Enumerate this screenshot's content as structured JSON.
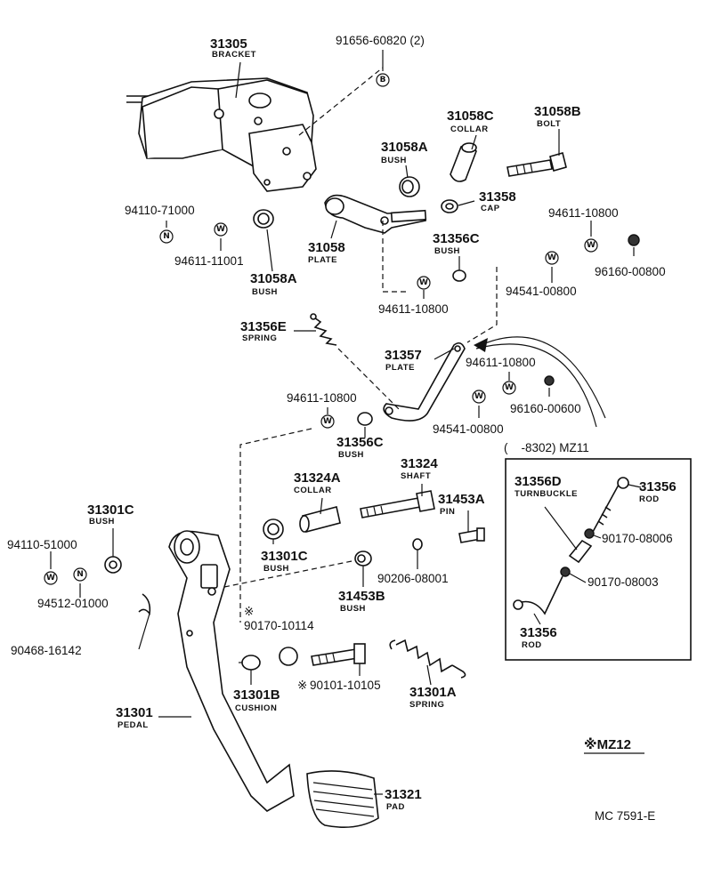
{
  "parts": {
    "p31305": {
      "number": "31305",
      "name": "BRACKET"
    },
    "p91656": {
      "number": "91656-60820 (2)",
      "symbol": "B"
    },
    "p31058C": {
      "number": "31058C",
      "name": "COLLAR"
    },
    "p31058B": {
      "number": "31058B",
      "name": "BOLT"
    },
    "p31058A_top": {
      "number": "31058A",
      "name": "BUSH"
    },
    "p31358": {
      "number": "31358",
      "name": "CAP"
    },
    "p94110_71000": {
      "number": "94110-71000",
      "symbol": "N"
    },
    "p94611_11001": {
      "number": "94611-11001",
      "symbol": "W"
    },
    "p31058": {
      "number": "31058",
      "name": "PLATE"
    },
    "p31058A_bot": {
      "number": "31058A",
      "name": "BUSH"
    },
    "p31356C_top": {
      "number": "31356C",
      "name": "BUSH"
    },
    "p94611_10800_a": {
      "number": "94611-10800",
      "symbol": "W"
    },
    "p96160_00800": {
      "number": "96160-00800"
    },
    "p94541_00800_a": {
      "number": "94541-00800",
      "symbol": "W"
    },
    "p94611_10800_b": {
      "number": "94611-10800",
      "symbol": "W"
    },
    "p31356E": {
      "number": "31356E",
      "name": "SPRING"
    },
    "p31357": {
      "number": "31357",
      "name": "PLATE"
    },
    "p94611_10800_c": {
      "number": "94611-10800",
      "symbol": "W"
    },
    "p96160_00600": {
      "number": "96160-00600"
    },
    "p94611_10800_d": {
      "number": "94611-10800",
      "symbol": "W"
    },
    "p94541_00800_b": {
      "number": "94541-00800",
      "symbol": "W"
    },
    "p31356C_mid": {
      "number": "31356C",
      "name": "BUSH"
    },
    "p31324A": {
      "number": "31324A",
      "name": "COLLAR"
    },
    "p31324": {
      "number": "31324",
      "name": "SHAFT"
    },
    "p31453A": {
      "number": "31453A",
      "name": "PIN"
    },
    "p31301C_left": {
      "number": "31301C",
      "name": "BUSH"
    },
    "p94110_51000": {
      "number": "94110-51000",
      "symbol": "W"
    },
    "p94512_01000": {
      "number": "94512-01000",
      "symbol": "N"
    },
    "p31301C_mid": {
      "number": "31301C",
      "name": "BUSH"
    },
    "p90206": {
      "number": "90206-08001"
    },
    "p31453B": {
      "number": "31453B",
      "name": "BUSH"
    },
    "p90468": {
      "number": "90468-16142"
    },
    "p90170_10114": {
      "number": "90170-10114"
    },
    "p31301B": {
      "number": "31301B",
      "name": "CUSHION"
    },
    "p90101": {
      "number": "90101-10105"
    },
    "p31301A": {
      "number": "31301A",
      "name": "SPRING"
    },
    "p31301": {
      "number": "31301",
      "name": "PEDAL"
    },
    "p31321": {
      "number": "31321",
      "name": "PAD"
    },
    "p31356D": {
      "number": "31356D",
      "name": "TURNBUCKLE"
    },
    "p31356_top": {
      "number": "31356",
      "name": "ROD"
    },
    "p90170_08006": {
      "number": "90170-08006"
    },
    "p90170_08003": {
      "number": "90170-08003"
    },
    "p31356_bot": {
      "number": "31356",
      "name": "ROD"
    }
  },
  "inset": {
    "title": "(    -8302) MZ11"
  },
  "notes": {
    "asterisk": "※",
    "mz12": "※MZ12",
    "diagram_code": "MC 7591-E"
  }
}
